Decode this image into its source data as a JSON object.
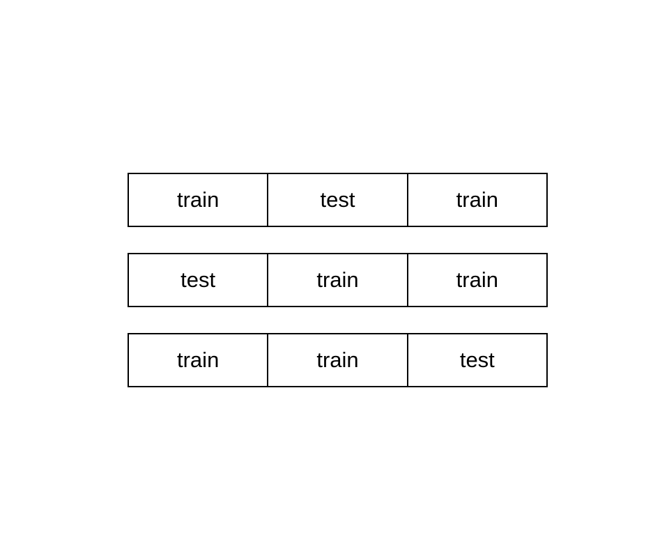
{
  "folds": [
    {
      "cells": [
        "train",
        "test",
        "train"
      ]
    },
    {
      "cells": [
        "test",
        "train",
        "train"
      ]
    },
    {
      "cells": [
        "train",
        "train",
        "test"
      ]
    }
  ]
}
